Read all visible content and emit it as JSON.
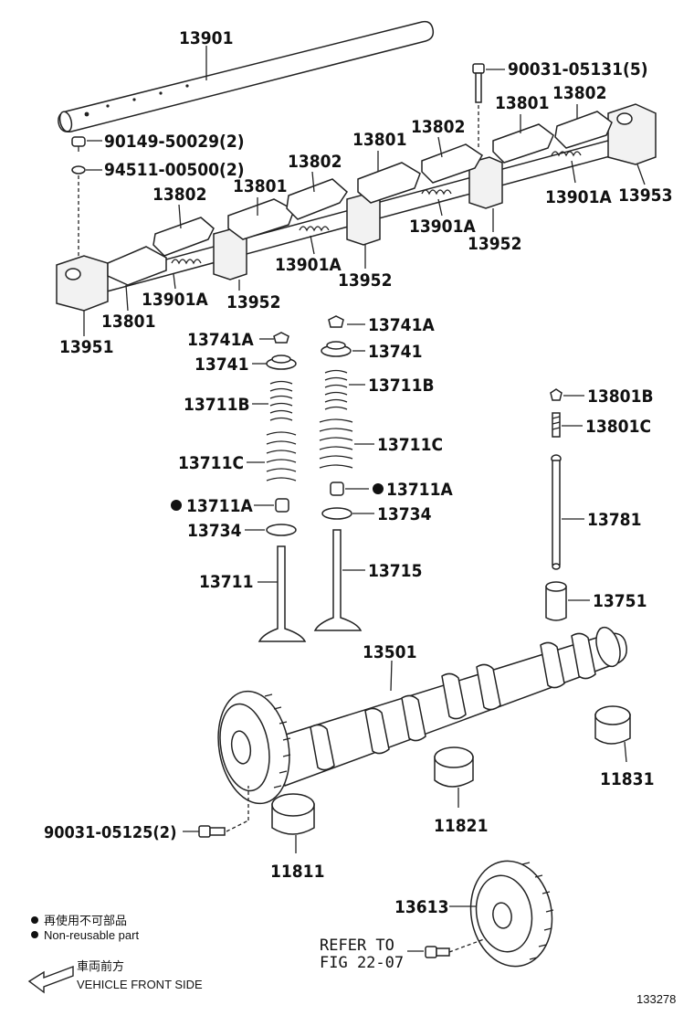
{
  "labels": {
    "rocker_shaft": "13901",
    "bolt_rocker_support": "90031-05131(5)",
    "plug": "90149-50029(2)",
    "gasket": "94511-00500(2)",
    "rocker_arm": "13801",
    "spacer_spring": "13802",
    "spring_a": "13901A",
    "support_end": "13953",
    "support_mid": "13952",
    "support_front": "13951",
    "retainer_lock": "13741A",
    "retainer": "13741",
    "spring_inner": "13711B",
    "spring_outer": "13711C",
    "seal": "13711A",
    "seat": "13734",
    "valve_intake": "13711",
    "valve_exhaust": "13715",
    "adjust_nut": "13801B",
    "adjust_screw": "13801C",
    "push_rod": "13781",
    "lifter": "13751",
    "camshaft": "13501",
    "bearing_3": "11831",
    "bearing_2": "11821",
    "bearing_1": "11811",
    "bolt_cam_gear": "90031-05125(2)",
    "cam_gear": "13613"
  },
  "refer": {
    "line1": "REFER TO",
    "line2": "FIG 22-07"
  },
  "legend": {
    "jp": "再使用不可部品",
    "en": "Non-reusable part"
  },
  "front": {
    "jp": "車両前方",
    "en": "VEHICLE FRONT SIDE"
  },
  "figure_number": "133278"
}
